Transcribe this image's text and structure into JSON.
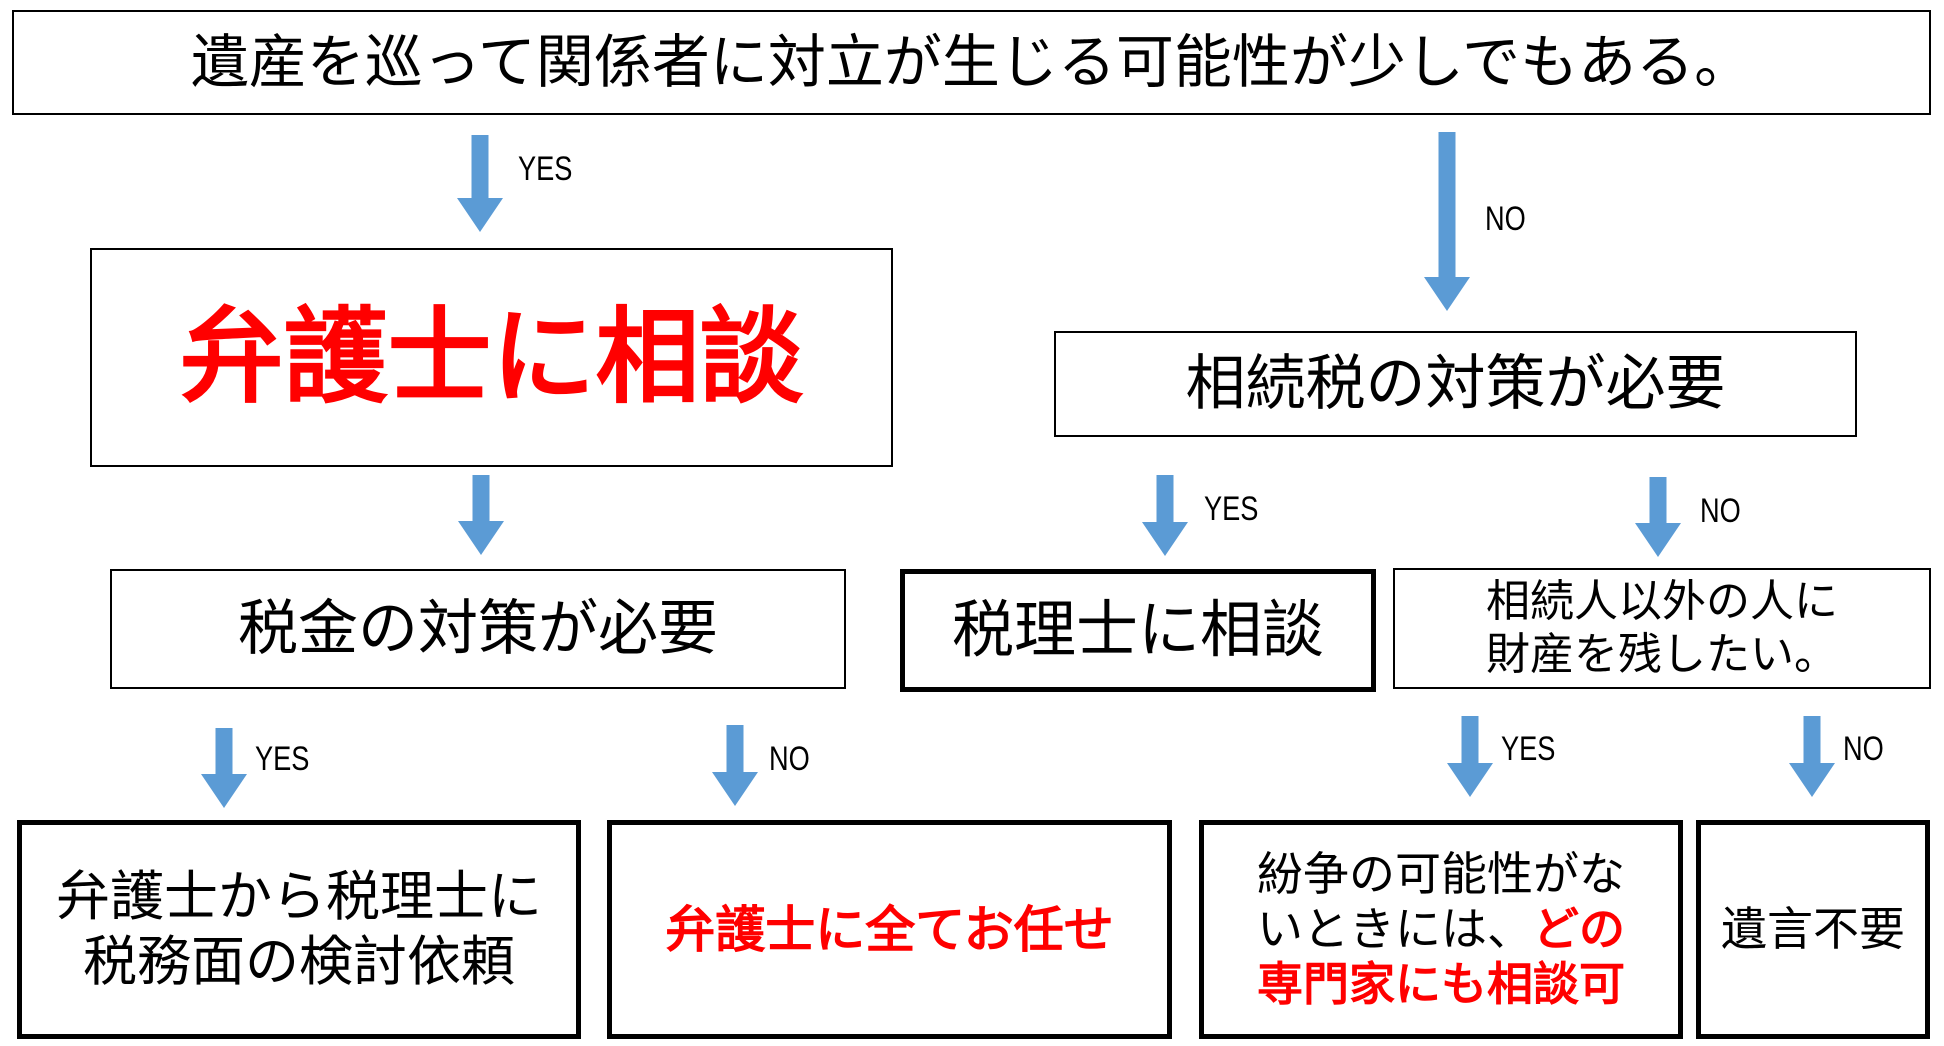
{
  "colors": {
    "arrow": "#5b9bd5",
    "highlight": "#ff0000",
    "border": "#000000"
  },
  "nodes": {
    "root": {
      "text": "遺産を巡って関係者に対立が生じる可能性が少しでもある。"
    },
    "lawyer": {
      "text": "弁護士に相談"
    },
    "inheritance_tax": {
      "text": "相続税の対策が必要"
    },
    "tax_needed": {
      "text": "税金の対策が必要"
    },
    "tax_accountant": {
      "text": "税理士に相談"
    },
    "non_heir": {
      "line1": "相続人以外の人に",
      "line2": "財産を残したい。"
    },
    "lawyer_to_tax": {
      "line1": "弁護士から税理士に",
      "line2": "税務面の検討依頼"
    },
    "lawyer_all": {
      "text": "弁護士に全てお任せ"
    },
    "any_expert": {
      "line1": "紛争の可能性がな",
      "line2_plain": "いときには、",
      "line2_red": "どの",
      "line3_red": "専門家にも相談可"
    },
    "no_will": {
      "text": "遺言不要"
    }
  },
  "edges": [
    {
      "from": "root",
      "to": "lawyer",
      "label": "YES"
    },
    {
      "from": "root",
      "to": "inheritance_tax",
      "label": "NO"
    },
    {
      "from": "lawyer",
      "to": "tax_needed",
      "label": ""
    },
    {
      "from": "inheritance_tax",
      "to": "tax_accountant",
      "label": "YES"
    },
    {
      "from": "inheritance_tax",
      "to": "non_heir",
      "label": "NO"
    },
    {
      "from": "tax_needed",
      "to": "lawyer_to_tax",
      "label": "YES"
    },
    {
      "from": "tax_needed",
      "to": "lawyer_all",
      "label": "NO"
    },
    {
      "from": "non_heir",
      "to": "any_expert",
      "label": "YES"
    },
    {
      "from": "non_heir",
      "to": "no_will",
      "label": "NO"
    }
  ]
}
